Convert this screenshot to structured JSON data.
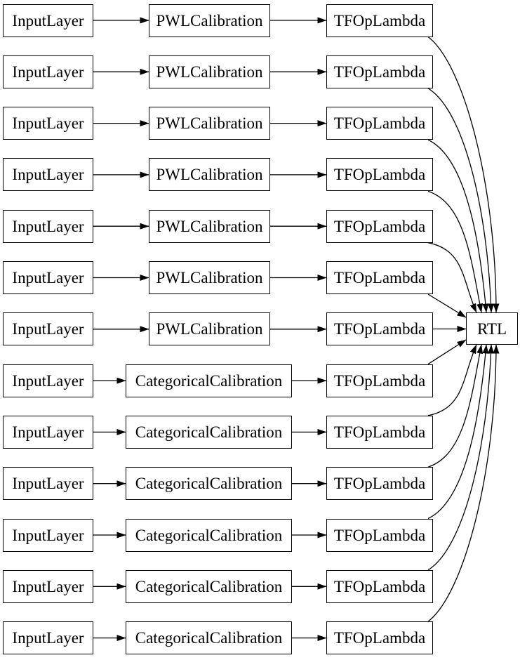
{
  "diagram": {
    "type": "model-graph",
    "output_node": {
      "label": "RTL"
    },
    "rows": [
      {
        "input": "InputLayer",
        "calibration": "PWLCalibration",
        "lambda": "TFOpLambda"
      },
      {
        "input": "InputLayer",
        "calibration": "PWLCalibration",
        "lambda": "TFOpLambda"
      },
      {
        "input": "InputLayer",
        "calibration": "PWLCalibration",
        "lambda": "TFOpLambda"
      },
      {
        "input": "InputLayer",
        "calibration": "PWLCalibration",
        "lambda": "TFOpLambda"
      },
      {
        "input": "InputLayer",
        "calibration": "PWLCalibration",
        "lambda": "TFOpLambda"
      },
      {
        "input": "InputLayer",
        "calibration": "PWLCalibration",
        "lambda": "TFOpLambda"
      },
      {
        "input": "InputLayer",
        "calibration": "PWLCalibration",
        "lambda": "TFOpLambda"
      },
      {
        "input": "InputLayer",
        "calibration": "CategoricalCalibration",
        "lambda": "TFOpLambda"
      },
      {
        "input": "InputLayer",
        "calibration": "CategoricalCalibration",
        "lambda": "TFOpLambda"
      },
      {
        "input": "InputLayer",
        "calibration": "CategoricalCalibration",
        "lambda": "TFOpLambda"
      },
      {
        "input": "InputLayer",
        "calibration": "CategoricalCalibration",
        "lambda": "TFOpLambda"
      },
      {
        "input": "InputLayer",
        "calibration": "CategoricalCalibration",
        "lambda": "TFOpLambda"
      },
      {
        "input": "InputLayer",
        "calibration": "CategoricalCalibration",
        "lambda": "TFOpLambda"
      }
    ],
    "flow": [
      "input",
      "calibration",
      "lambda",
      "output"
    ],
    "colors": {
      "background": "#ffffff",
      "node_fill": "#ffffff",
      "node_border": "#000000",
      "edge": "#000000",
      "text": "#000000"
    }
  }
}
